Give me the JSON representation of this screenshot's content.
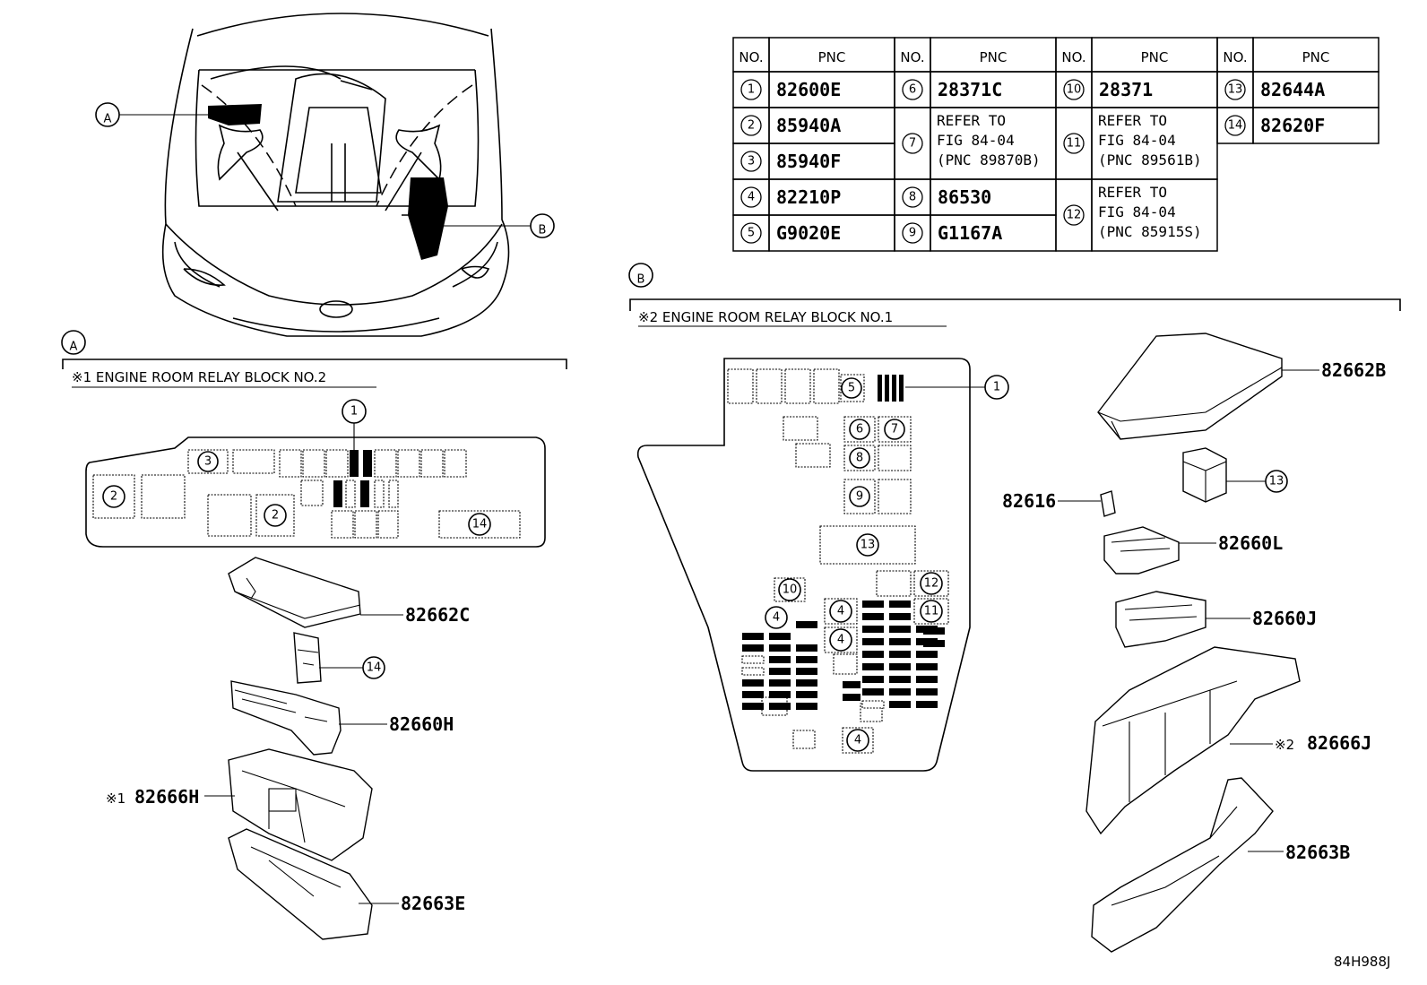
{
  "table": {
    "header": {
      "no": "NO.",
      "pnc": "PNC"
    },
    "rows": [
      {
        "no": "1",
        "pnc": "82600E"
      },
      {
        "no": "2",
        "pnc": "85940A"
      },
      {
        "no": "3",
        "pnc": "85940F"
      },
      {
        "no": "4",
        "pnc": "82210P"
      },
      {
        "no": "5",
        "pnc": "G9020E"
      },
      {
        "no": "6",
        "pnc": "28371C"
      },
      {
        "no": "7",
        "pnc": [
          "REFER TO",
          "FIG 84-04",
          "(PNC 89870B)"
        ]
      },
      {
        "no": "8",
        "pnc": "86530"
      },
      {
        "no": "9",
        "pnc": "G1167A"
      },
      {
        "no": "10",
        "pnc": "28371"
      },
      {
        "no": "11",
        "pnc": [
          "REFER TO",
          "FIG 84-04",
          "(PNC 89561B)"
        ]
      },
      {
        "no": "12",
        "pnc": [
          "REFER TO",
          "FIG 84-04",
          "(PNC 85915S)"
        ]
      },
      {
        "no": "13",
        "pnc": "82644A"
      },
      {
        "no": "14",
        "pnc": "82620F"
      }
    ]
  },
  "overview": {
    "marker_a": "A",
    "marker_b": "B"
  },
  "section_a": {
    "marker": "A",
    "title": "※1 ENGINE ROOM RELAY BLOCK NO.2",
    "callouts": {
      "c1": "1",
      "c2a": "2",
      "c2b": "2",
      "c3": "3",
      "c14": "14",
      "c14b": "14"
    },
    "parts": {
      "cover": "82662C",
      "block": "82660H",
      "box_mark": "※1",
      "box": "82666H",
      "lower": "82663E"
    }
  },
  "section_b": {
    "marker": "B",
    "title": "※2 ENGINE ROOM RELAY BLOCK NO.1",
    "callouts": {
      "c1": "1",
      "c4a": "4",
      "c4b": "4",
      "c4c": "4",
      "c4d": "4",
      "c5": "5",
      "c6": "6",
      "c7": "7",
      "c8": "8",
      "c9": "9",
      "c10": "10",
      "c11": "11",
      "c12": "12",
      "c13": "13",
      "c13b": "13"
    },
    "parts": {
      "cover": "82662B",
      "fuse": "82616",
      "block_l": "82660L",
      "block_j": "82660J",
      "box_mark": "※2",
      "box": "82666J",
      "lower": "82663B"
    }
  },
  "figure_id": "84H988J"
}
